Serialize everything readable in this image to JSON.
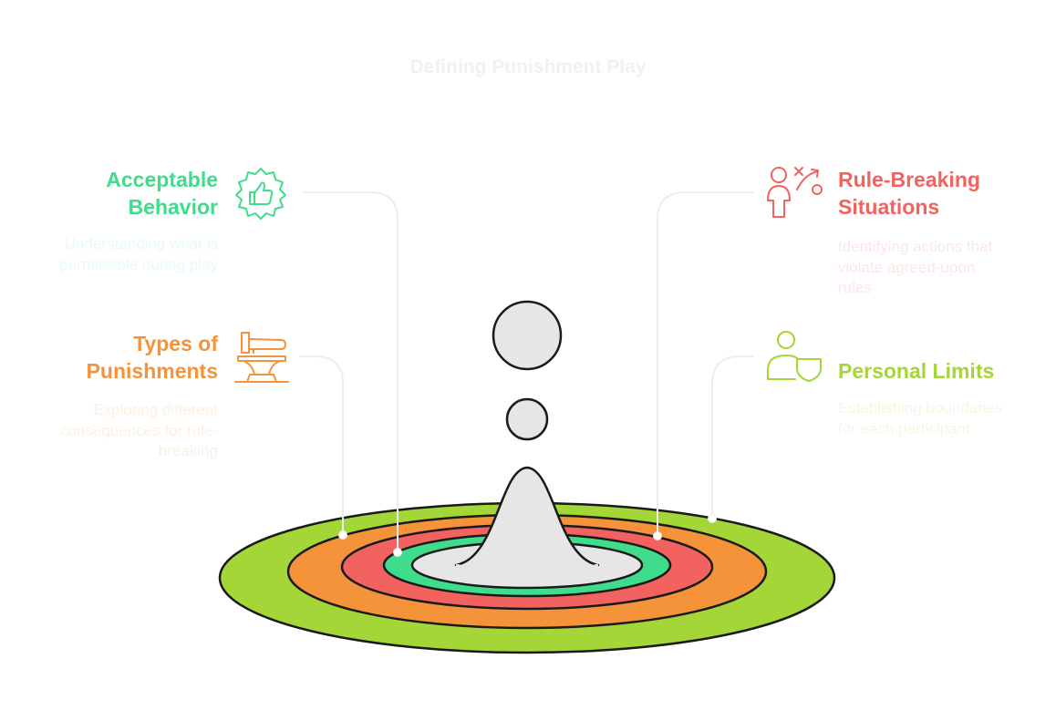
{
  "title": "Defining Punishment Play",
  "items": {
    "acceptable": {
      "title_line1": "Acceptable",
      "title_line2": "Behavior",
      "desc_line1": "Understanding what is",
      "desc_line2": "permissible during play",
      "icon": "thumbs-up-badge-icon",
      "color": "#3fdc8c"
    },
    "types": {
      "title_line1": "Types of",
      "title_line2": "Punishments",
      "desc_line1": "Exploring different",
      "desc_line2": "consequences for rule-",
      "desc_line3": "breaking",
      "icon": "gavel-icon",
      "color": "#f4933a"
    },
    "rule": {
      "title_line1": "Rule-Breaking",
      "title_line2": "Situations",
      "desc_line1": "Identifying actions that",
      "desc_line2": "violate agreed-upon",
      "desc_line3": "rules",
      "icon": "strategy-play-icon",
      "color": "#f2625e"
    },
    "limits": {
      "title_line1": "Personal Limits",
      "desc_line1": "Establishing boundaries",
      "desc_line2": "for each participant",
      "icon": "user-shield-icon",
      "color": "#a3d636"
    }
  }
}
